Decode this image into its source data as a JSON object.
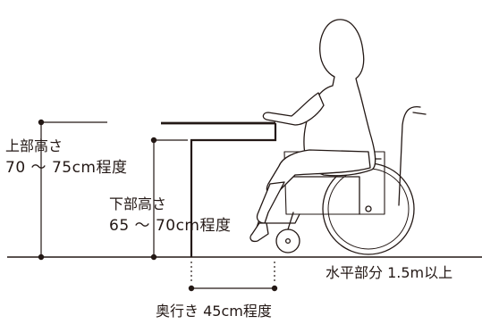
{
  "labels": {
    "upper_title": "上部高さ",
    "upper_value": "70 ～ 75cm程度",
    "lower_title": "下部高さ",
    "lower_value": "65 ～ 70cm程度",
    "floor_space": "水平部分 1.5m以上",
    "depth": "奥行き 45cm程度"
  },
  "colors": {
    "line": "#231815",
    "figure_stroke": "#231815",
    "figure_fill": "#ffffff"
  }
}
